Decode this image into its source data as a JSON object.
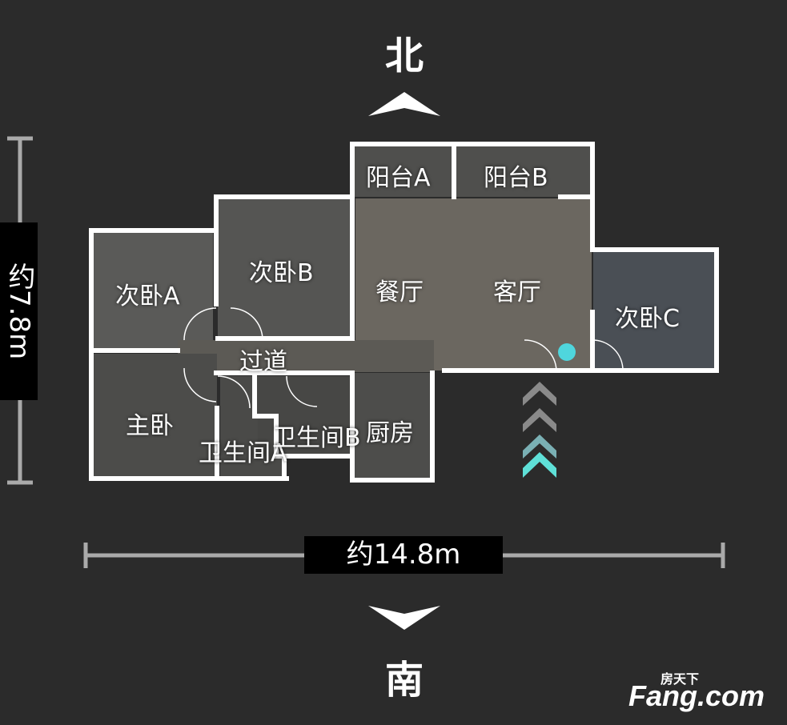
{
  "compass": {
    "north": "北",
    "south": "南"
  },
  "dimensions": {
    "width": "约14.8m",
    "depth": "约7.8m"
  },
  "rooms": {
    "balcony_a": "阳台A",
    "balcony_b": "阳台B",
    "bedroom_a": "次卧A",
    "bedroom_b": "次卧B",
    "bedroom_c": "次卧C",
    "dining": "餐厅",
    "living": "客厅",
    "hallway": "过道",
    "master": "主卧",
    "bath_a": "卫生间A",
    "bath_b": "卫生间B",
    "kitchen": "厨房"
  },
  "logo": {
    "cn": "房天下",
    "en": "Fang.com"
  },
  "colors": {
    "background": "#2b2b2b",
    "wall": "#ffffff",
    "marker": "#4fd6dd"
  }
}
